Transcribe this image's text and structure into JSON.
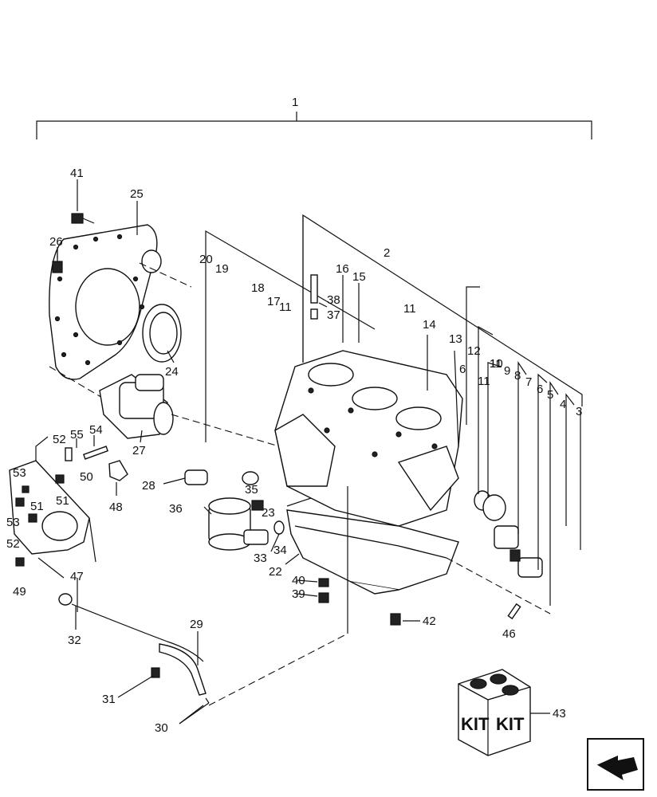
{
  "diagram": {
    "callouts": [
      "1",
      "2",
      "3",
      "4",
      "5",
      "6",
      "6",
      "7",
      "8",
      "9",
      "10",
      "11",
      "11",
      "11",
      "11",
      "12",
      "13",
      "14",
      "15",
      "16",
      "17",
      "18",
      "19",
      "20",
      "22",
      "23",
      "24",
      "25",
      "26",
      "27",
      "28",
      "29",
      "30",
      "31",
      "32",
      "33",
      "34",
      "35",
      "36",
      "37",
      "38",
      "39",
      "40",
      "41",
      "42",
      "43",
      "46",
      "47",
      "48",
      "49",
      "50",
      "51",
      "51",
      "52",
      "52",
      "53",
      "53",
      "54",
      "55"
    ],
    "kit_text": [
      "KIT",
      "KIT"
    ],
    "nav_icon": "next-arrow-icon"
  }
}
